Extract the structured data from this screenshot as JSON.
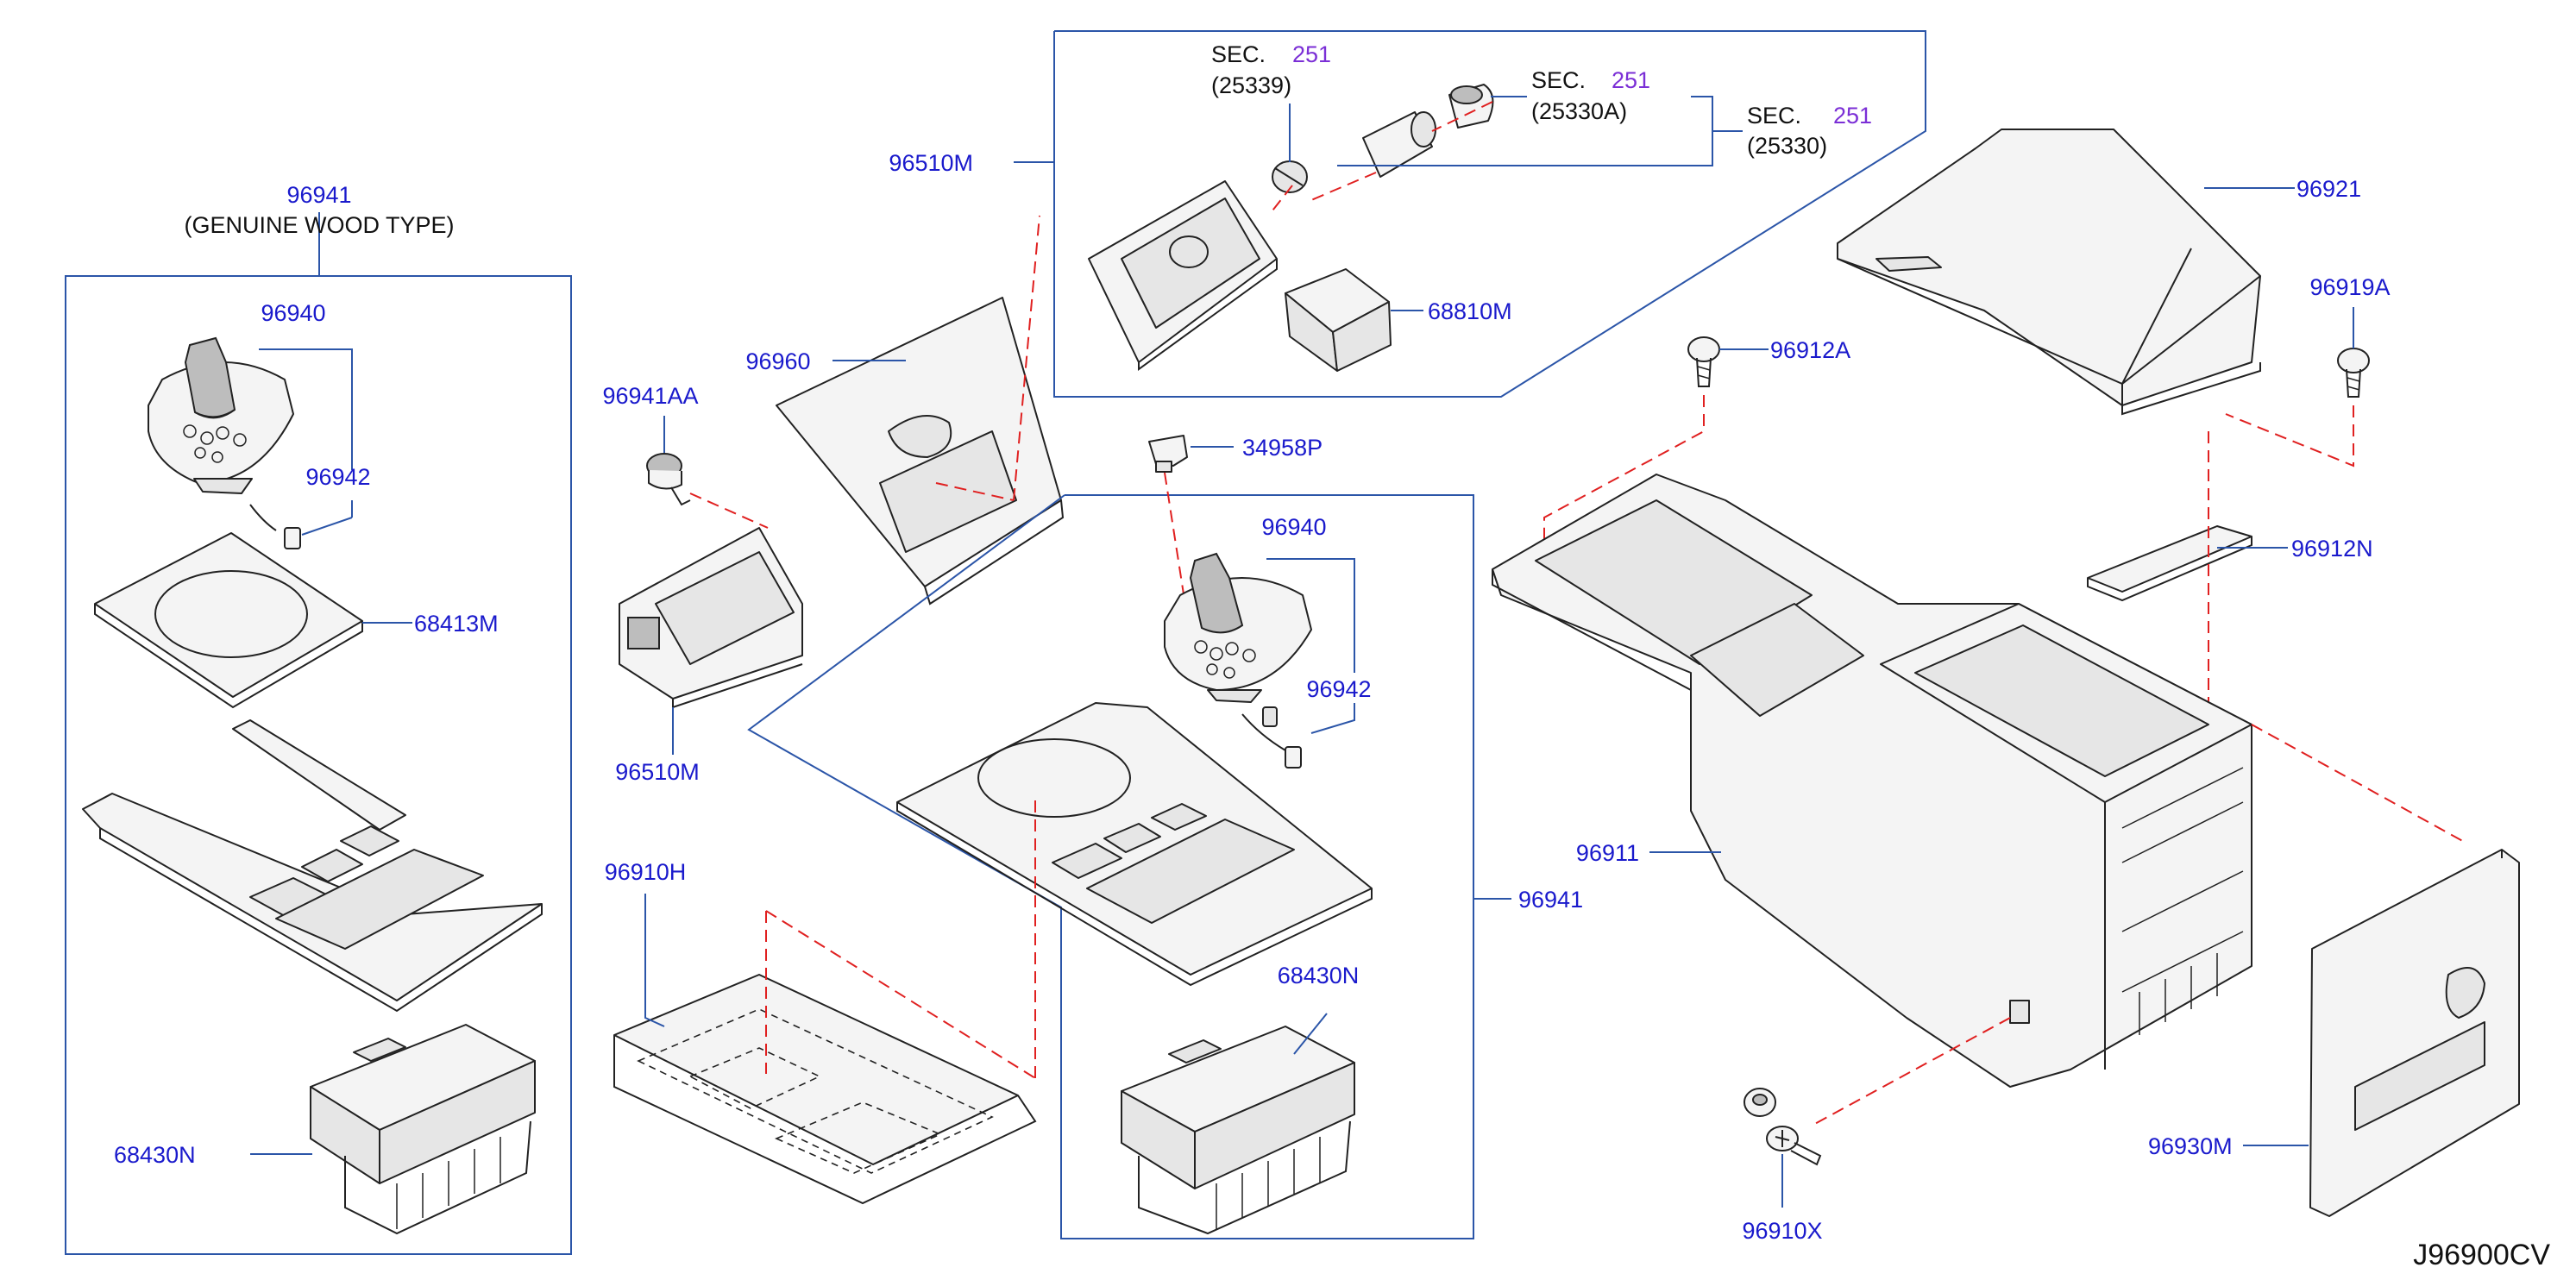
{
  "diagram": {
    "drawing_code": "J96900CV",
    "labels": {
      "96941_top": "96941",
      "genuine_wood": "(GENUINE   WOOD   TYPE)",
      "96940_left": "96940",
      "96942_left": "96942",
      "68413M": "68413M",
      "68430N_left": "68430N",
      "96941AA": "96941AA",
      "96960": "96960",
      "96510M_top": "96510M",
      "96510M_bottom": "96510M",
      "96910H": "96910H",
      "34958P": "34958P",
      "96940_mid": "96940",
      "96942_mid": "96942",
      "68430N_mid": "68430N",
      "96941_mid": "96941",
      "68810M": "68810M",
      "96921": "96921",
      "96919A": "96919A",
      "96912A": "96912A",
      "96912N": "96912N",
      "96911": "96911",
      "96930M": "96930M",
      "96910X": "96910X"
    },
    "section_refs": [
      {
        "sec": "SEC.",
        "num": "251",
        "code": "(25339)"
      },
      {
        "sec": "SEC.",
        "num": "251",
        "code": "(25330A)"
      },
      {
        "sec": "SEC.",
        "num": "251",
        "code": "(25330)"
      }
    ],
    "colors": {
      "label_blue": "#1a1acc",
      "section_purple": "#7b2fd6",
      "box_blue": "#2b55a8",
      "dash_red": "#e02020"
    }
  }
}
